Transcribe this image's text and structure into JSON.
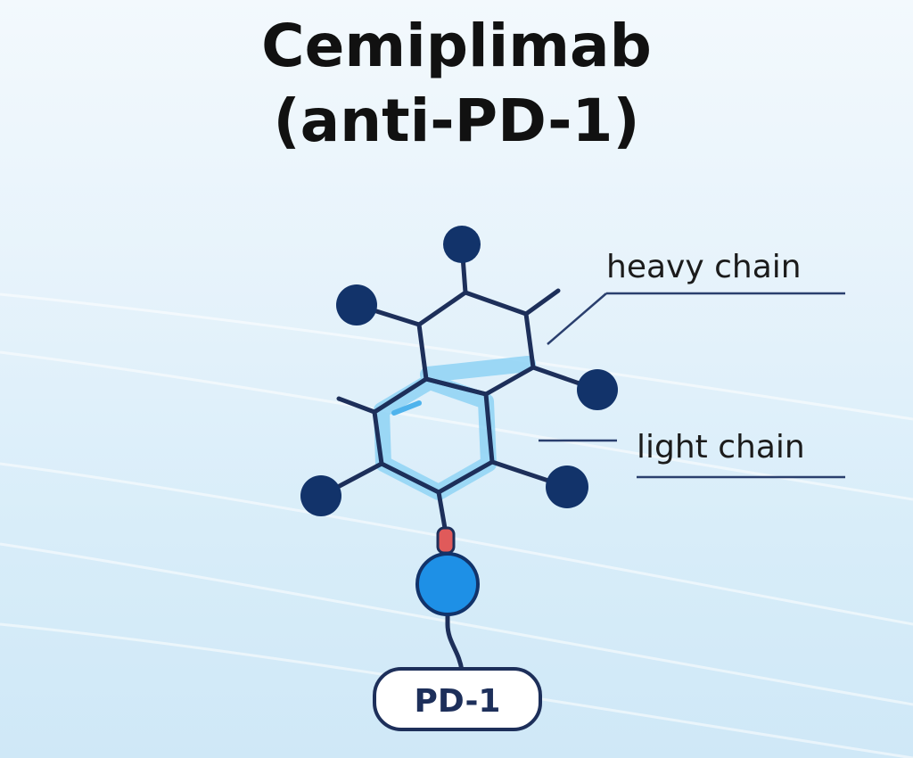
{
  "title": {
    "line1": "Cemiplimab",
    "line2": "(anti-PD-1)"
  },
  "labels": {
    "heavy_chain": "heavy chain",
    "light_chain": "light chain",
    "target": "PD-1"
  },
  "colors": {
    "bond": "#1d2f5a",
    "atom": "#12336a",
    "highlight": "#8fd3f5",
    "binding_site": "#e05a5a",
    "target_node": "#1e90e6",
    "background": "#e7f3fb"
  },
  "icons": {
    "target_node": "circle-node",
    "binding_site": "red-linker"
  }
}
